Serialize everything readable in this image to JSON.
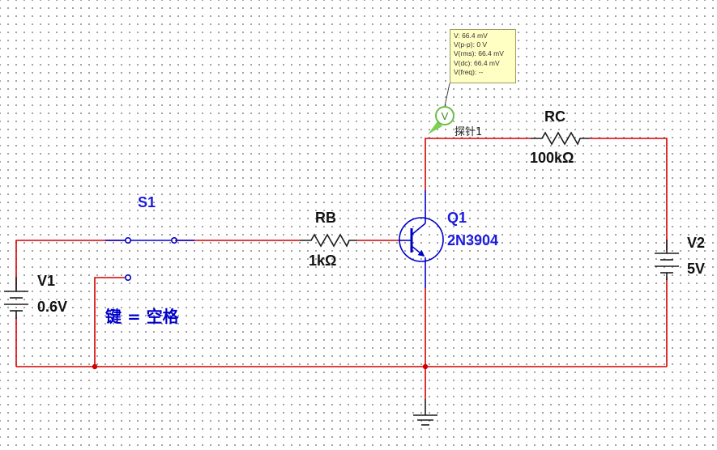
{
  "components": {
    "s1": {
      "ref": "S1"
    },
    "rb": {
      "ref": "RB",
      "value": "1kΩ"
    },
    "rc": {
      "ref": "RC",
      "value": "100kΩ"
    },
    "q1": {
      "ref": "Q1",
      "value": "2N3904"
    },
    "v1": {
      "ref": "V1",
      "value": "0.6V"
    },
    "v2": {
      "ref": "V2",
      "value": "5V"
    }
  },
  "switch_key_label": "键 = 空格",
  "probe": {
    "name": "探针1",
    "icon_letter": "V",
    "readings": [
      "V: 66.4 mV",
      "V(p-p): 0 V",
      "V(rms): 66.4 mV",
      "V(dc): 66.4 mV",
      "V(freq): --"
    ]
  },
  "colors": {
    "wire": "#d40000",
    "component": "#1c1c1c",
    "label_blue": "#1a1ae0",
    "tooltip_bg": "#ffffc4",
    "grid_dot": "#8a8a8a"
  }
}
